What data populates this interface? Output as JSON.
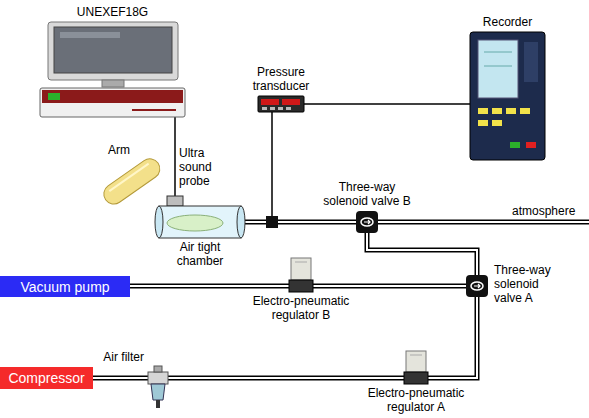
{
  "diagram": {
    "nodes": [
      {
        "text": [
          "UNEXEF18G"
        ]
      },
      {
        "text": [
          "Pressure transducer"
        ]
      },
      {
        "text": [
          "Recorder"
        ]
      },
      {
        "text": [
          "Arm"
        ]
      },
      {
        "text": [
          "Ultra sound probe"
        ]
      },
      {
        "text": [
          "Air tight chamber"
        ]
      },
      {
        "text": [
          "Three-way solenoid valve B"
        ]
      },
      {
        "text": [
          "Three-way solenoid valve A"
        ]
      },
      {
        "text": [
          "Vacuum pump"
        ]
      },
      {
        "text": [
          "Electro-pneumatic regulator B"
        ]
      },
      {
        "text": [
          "Compressor"
        ]
      },
      {
        "text": [
          "Air filter"
        ]
      },
      {
        "text": [
          "Electro-pneumatic regulator A"
        ]
      }
    ],
    "edges": [
      {
        "from": 4,
        "to": 0,
        "arrow": "none"
      },
      {
        "from": 1,
        "to": 2,
        "arrow": "none"
      },
      {
        "from": 5,
        "to": 1,
        "arrow": "none"
      },
      {
        "from": 5,
        "to": 6,
        "arrow": "none"
      },
      {
        "from": 6,
        "to": 7,
        "arrow": "none"
      },
      {
        "from": 8,
        "to": 9,
        "arrow": "none"
      },
      {
        "from": 9,
        "to": 7,
        "arrow": "none"
      },
      {
        "from": 10,
        "to": 11,
        "arrow": "none"
      },
      {
        "from": 11,
        "to": 12,
        "arrow": "none"
      },
      {
        "from": 12,
        "to": 7,
        "arrow": "none"
      }
    ],
    "labels": [
      "atmosphere"
    ]
  }
}
